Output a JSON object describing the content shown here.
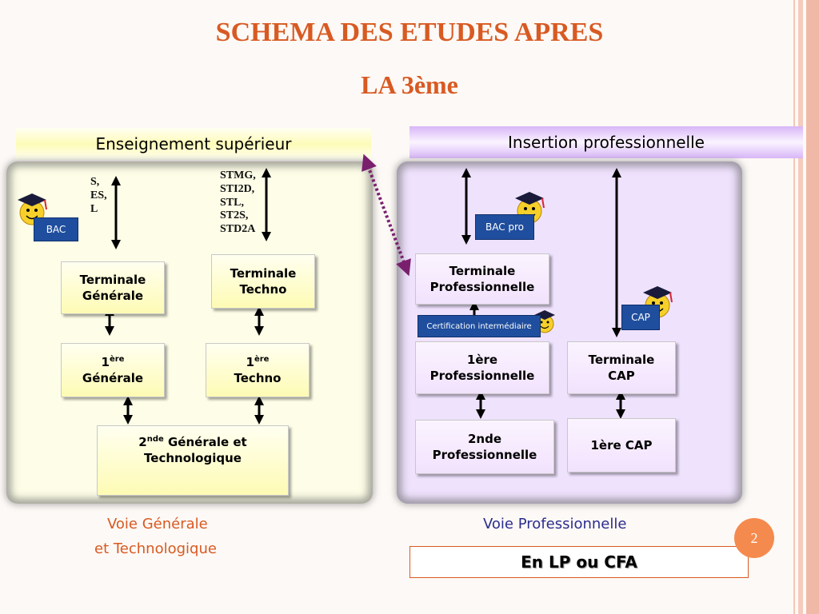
{
  "title_line1": "SCHEMA DES ETUDES APRES",
  "title_line2": "LA 3ème",
  "banner_left": "Enseignement supérieur",
  "banner_right": "Insertion professionnelle",
  "general": {
    "bac_badge": "BAC",
    "bac_series_general": "S,\nES,\nL",
    "bac_series_techno": "STMG,\nSTI2D,\nSTL,\nST2S,\nSTD2A",
    "terminale_generale": "Terminale\nGénérale",
    "terminale_techno": "Terminale\nTechno",
    "premiere_num": "1",
    "premiere_sup": "ère",
    "premiere_generale_word": "Générale",
    "premiere_techno_word": "Techno",
    "seconde_num": "2",
    "seconde_sup": "nde",
    "seconde_text1": " Générale et",
    "seconde_text2": "Technologique",
    "caption_line1": "Voie Générale",
    "caption_line2": "et Technologique"
  },
  "pro": {
    "bac_pro_badge": "BAC pro",
    "cap_badge": "CAP",
    "certification": "Certification intermédiaire",
    "terminale_pro": "Terminale\nProfessionnelle",
    "premiere_pro": "1ère\nProfessionnelle",
    "seconde_pro": "2nde\nProfessionnelle",
    "terminale_cap": "Terminale\nCAP",
    "premiere_cap": "1ère CAP",
    "caption": "Voie Professionnelle",
    "lp_cfa": "En LP ou CFA"
  },
  "page_number": "2",
  "colors": {
    "title": "#d85a22",
    "caption_general": "#d85a22",
    "caption_pro": "#2b2d8f",
    "badge_blue": "#1f4e9e",
    "dotted_arrow": "#7a1f6e"
  }
}
